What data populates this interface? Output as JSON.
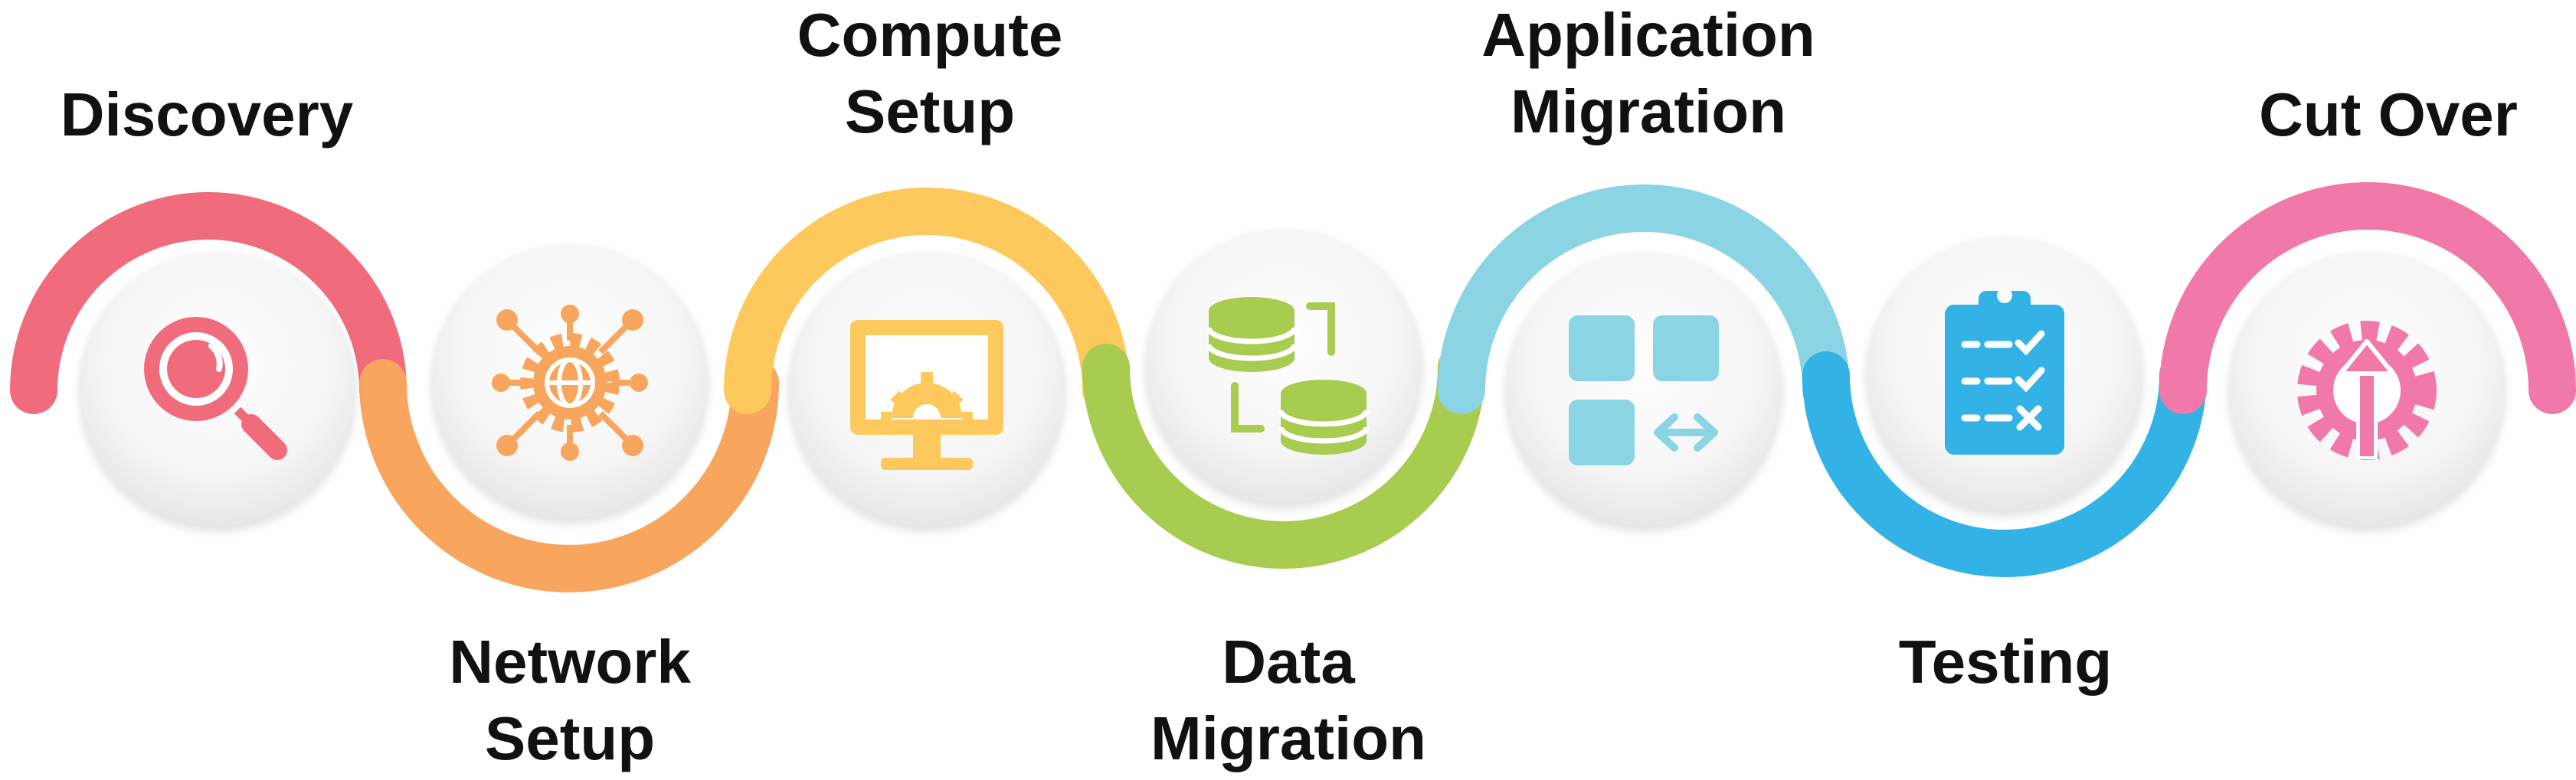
{
  "steps": [
    {
      "line1": "Discovery",
      "line2": "",
      "icon": "magnifier-icon",
      "color": "#F06C7C"
    },
    {
      "line1": "Network",
      "line2": "Setup",
      "icon": "network-globe-gear-icon",
      "color": "#F8A55E"
    },
    {
      "line1": "Compute",
      "line2": "Setup",
      "icon": "monitor-gear-icon",
      "color": "#FDC95C"
    },
    {
      "line1": "Data",
      "line2": "Migration",
      "icon": "database-transfer-icon",
      "color": "#A8CC50"
    },
    {
      "line1": "Application",
      "line2": "Migration",
      "icon": "app-grid-transfer-icon",
      "color": "#8AD4E3"
    },
    {
      "line1": "Testing",
      "line2": "",
      "icon": "checklist-clipboard-icon",
      "color": "#33B3E5"
    },
    {
      "line1": "Cut Over",
      "line2": "",
      "icon": "gear-upload-icon",
      "color": "#F079A9"
    }
  ]
}
